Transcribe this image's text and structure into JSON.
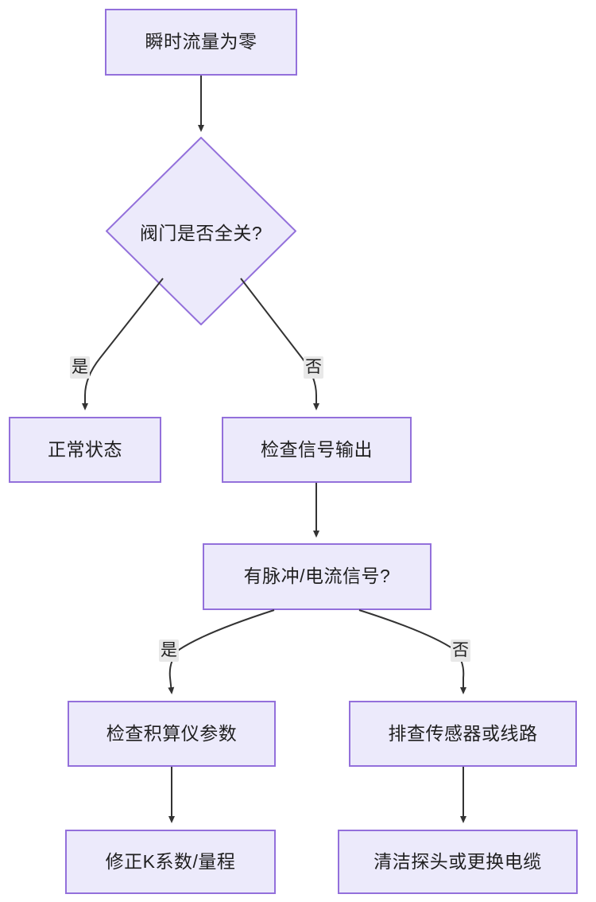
{
  "diagram": {
    "type": "flowchart",
    "direction": "top-down",
    "theme": {
      "node_fill": "#ECEAFB",
      "node_border": "#9370DB",
      "edge_color": "#333333",
      "edge_label_background": "#E8E8E8",
      "text_color": "#1f1f1f",
      "page_background": "#ffffff"
    },
    "nodes": [
      {
        "id": "n1",
        "shape": "rect",
        "label": "瞬时流量为零"
      },
      {
        "id": "n2",
        "shape": "diamond",
        "label": "阀门是否全关?"
      },
      {
        "id": "n3",
        "shape": "rect",
        "label": "正常状态"
      },
      {
        "id": "n4",
        "shape": "rect",
        "label": "检查信号输出"
      },
      {
        "id": "n5",
        "shape": "rect",
        "label": "有脉冲/电流信号?"
      },
      {
        "id": "n6",
        "shape": "rect",
        "label": "检查积算仪参数"
      },
      {
        "id": "n7",
        "shape": "rect",
        "label": "排查传感器或线路"
      },
      {
        "id": "n8",
        "shape": "rect",
        "label": "修正K系数/量程"
      },
      {
        "id": "n9",
        "shape": "rect",
        "label": "清洁探头或更换电缆"
      }
    ],
    "edges": [
      {
        "from": "n1",
        "to": "n2",
        "label": ""
      },
      {
        "from": "n2",
        "to": "n3",
        "label": "是"
      },
      {
        "from": "n2",
        "to": "n4",
        "label": "否"
      },
      {
        "from": "n4",
        "to": "n5",
        "label": ""
      },
      {
        "from": "n5",
        "to": "n6",
        "label": "是"
      },
      {
        "from": "n5",
        "to": "n7",
        "label": "否"
      },
      {
        "from": "n6",
        "to": "n8",
        "label": ""
      },
      {
        "from": "n7",
        "to": "n9",
        "label": ""
      }
    ]
  }
}
